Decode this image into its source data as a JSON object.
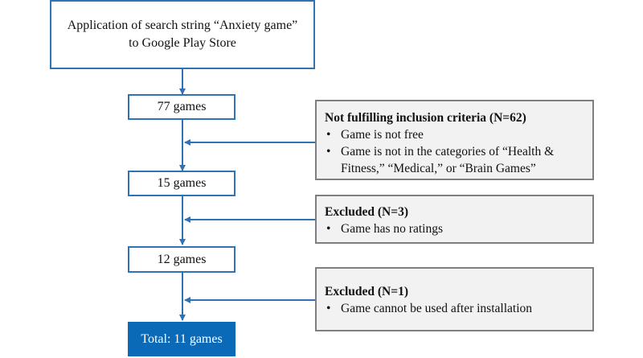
{
  "flow": {
    "search_line1": "Application of search string “Anxiety game”",
    "search_line2": "to Google Play Store",
    "step1": "77 games",
    "step2": "15 games",
    "step3": "12 games",
    "total": "Total: 11 games"
  },
  "exclusions": [
    {
      "title": "Not fulfilling inclusion criteria (N=62)",
      "bullets": [
        "Game is not free",
        "Game is not in the categories of “Health & Fitness,” “Medical,” or “Brain Games”"
      ]
    },
    {
      "title": "Excluded (N=3)",
      "bullets": [
        "Game has no ratings"
      ]
    },
    {
      "title": "Excluded (N=1)",
      "bullets": [
        "Game cannot be used after installation"
      ]
    }
  ],
  "colors": {
    "flow_border": "#2f72b6",
    "final_fill": "#0b6ab8",
    "exclusion_fill": "#f2f2f2",
    "exclusion_border": "#7f7f7f"
  }
}
